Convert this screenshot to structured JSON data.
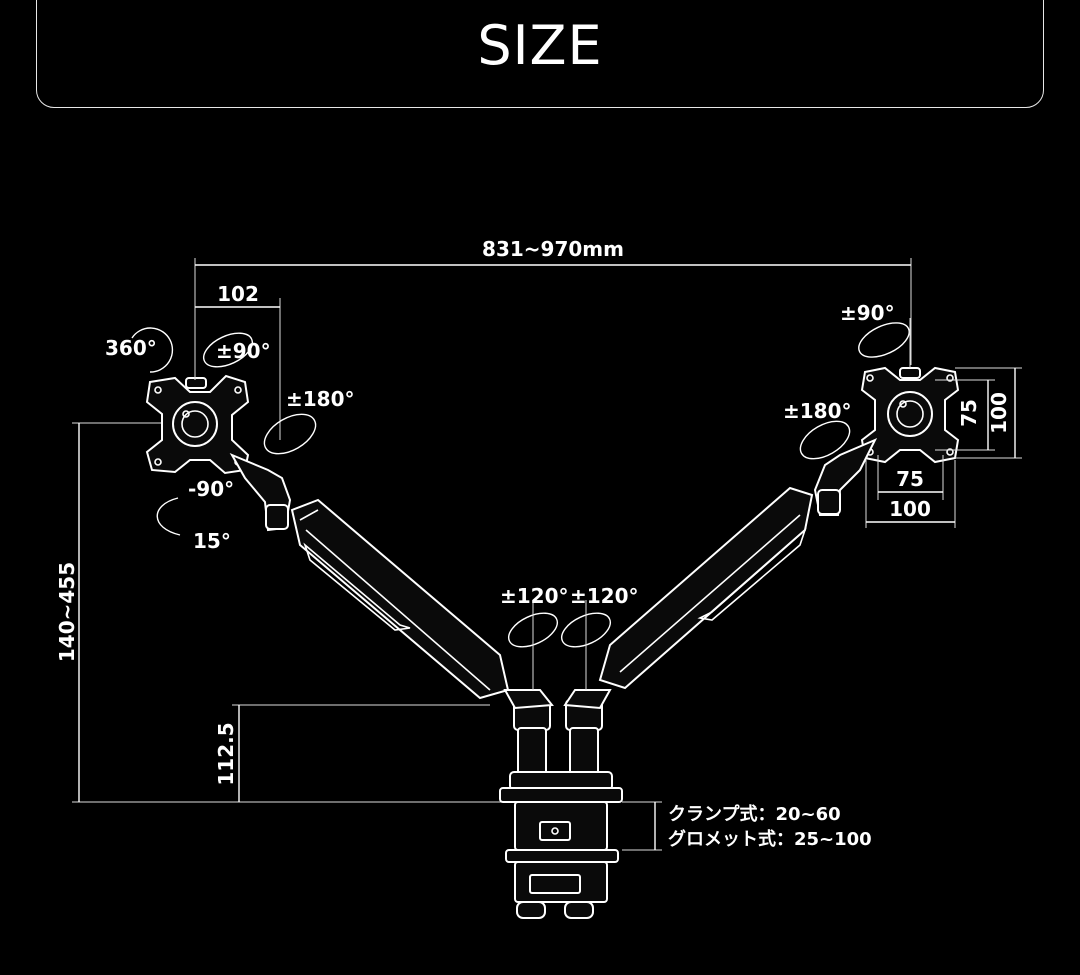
{
  "header": {
    "title": "SIZE"
  },
  "dimensions": {
    "total_width": "831~970mm",
    "arm_offset": "102",
    "height_range": "140~455",
    "base_height": "112.5",
    "vesa_inner_h": "75",
    "vesa_outer_h": "100",
    "vesa_inner_w": "75",
    "vesa_outer_w": "100"
  },
  "angles": {
    "rotate_360": "360°",
    "left_tilt_90": "±90°",
    "left_swivel_180": "±180°",
    "left_tilt_down": "-90°",
    "left_tilt_up": "15°",
    "right_tilt_90": "±90°",
    "right_swivel_180": "±180°",
    "base_left_120": "±120°",
    "base_right_120": "±120°"
  },
  "mount_notes": {
    "clamp": "クランプ式：20~60",
    "grommet": "グロメット式：25~100"
  }
}
